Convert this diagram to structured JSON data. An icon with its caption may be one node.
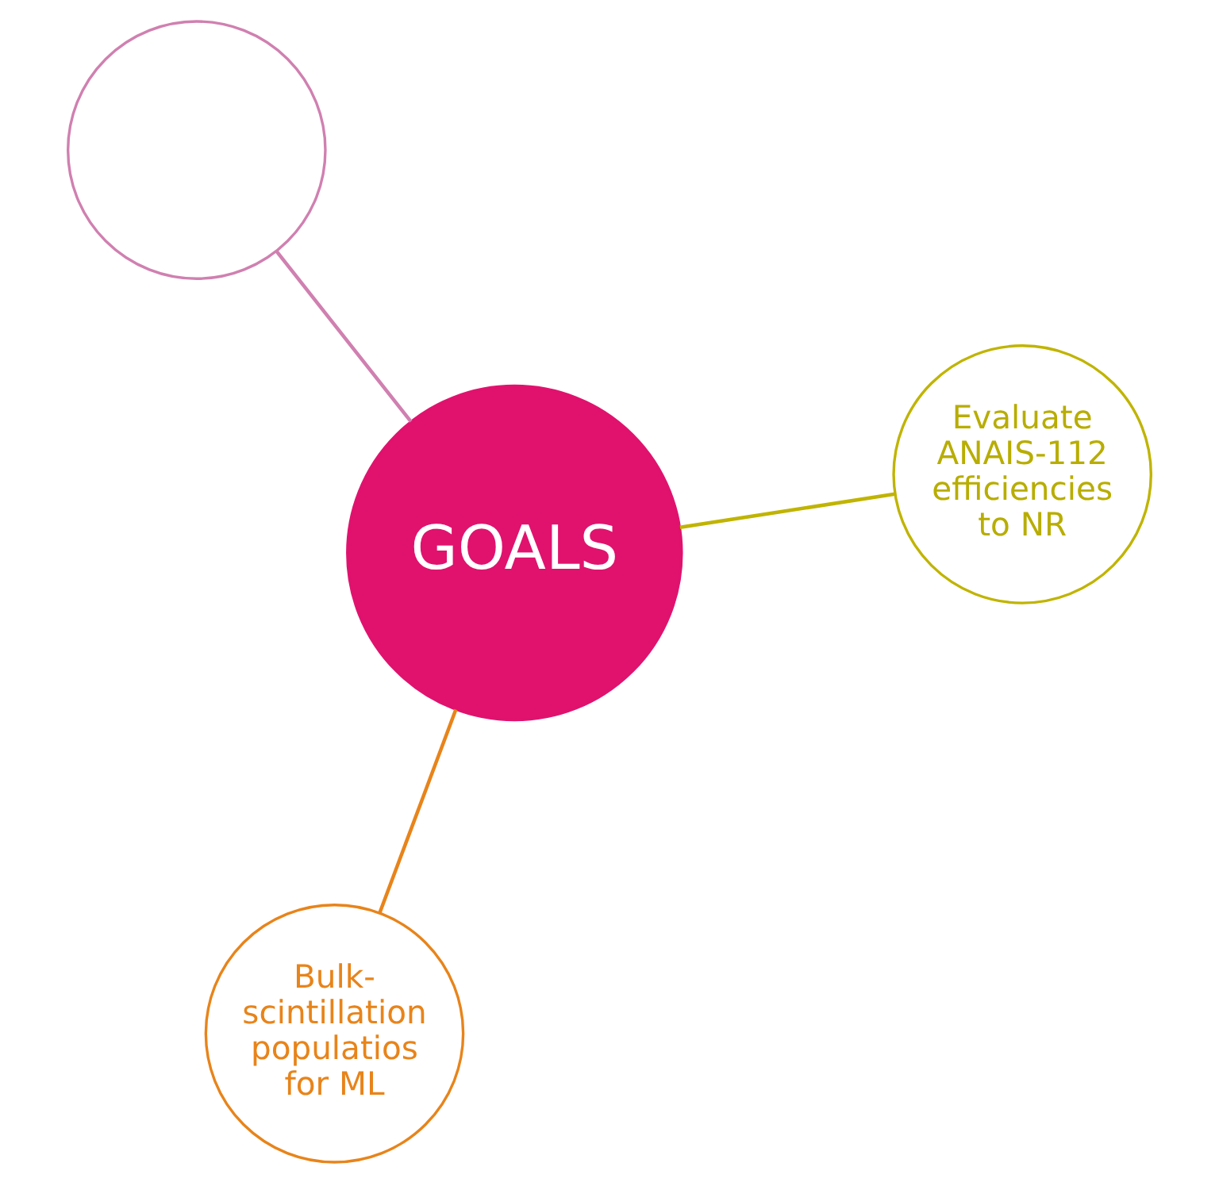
{
  "diagram": {
    "nodes": [
      {
        "text": [
          "GOALS"
        ]
      },
      {
        "text": [
          "Evaluate ANAIS-112 efficiencies to NR"
        ]
      },
      {
        "text": [
          "Bulk-scintillation populatios for ML"
        ]
      },
      {
        "text": [],
        "shape": "circle"
      }
    ],
    "edges": [
      {
        "from": 0,
        "to": 1,
        "arrow": "none",
        "color": "#c0b400"
      },
      {
        "from": 0,
        "to": 2,
        "arrow": "none",
        "color": "#e8841a"
      },
      {
        "from": 0,
        "to": 3,
        "arrow": "none",
        "color": "#d080b0"
      }
    ]
  }
}
